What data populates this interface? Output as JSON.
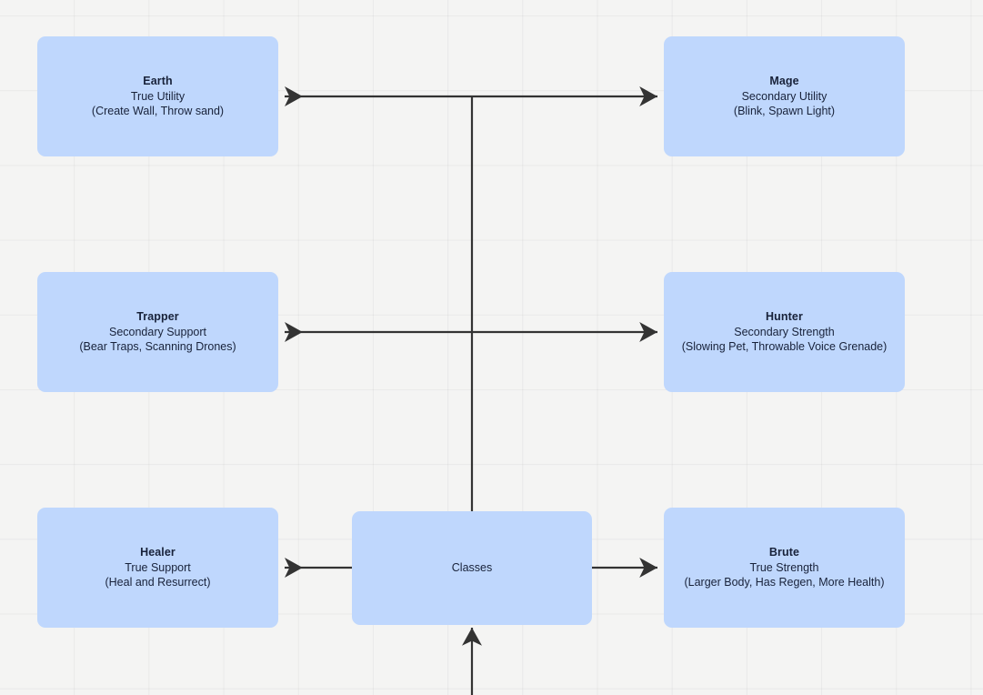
{
  "diagram": {
    "title": "Classes",
    "theme": {
      "canvas_background": "#f4f4f3",
      "node_fill": "#bfd7fd",
      "node_text": "#18223a",
      "edge_color": "#333333",
      "grid_color": "#e9e9e8"
    },
    "root": {
      "id": "classes",
      "label": "Classes"
    },
    "nodes": [
      {
        "id": "earth",
        "title": "Earth",
        "subtitle": "True Utility",
        "detail": "(Create Wall, Throw sand)",
        "column": "left",
        "row": "top"
      },
      {
        "id": "mage",
        "title": "Mage",
        "subtitle": "Secondary Utility",
        "detail": "(Blink, Spawn Light)",
        "column": "right",
        "row": "top"
      },
      {
        "id": "trapper",
        "title": "Trapper",
        "subtitle": "Secondary Support",
        "detail": "(Bear Traps, Scanning Drones)",
        "column": "left",
        "row": "middle"
      },
      {
        "id": "hunter",
        "title": "Hunter",
        "subtitle": "Secondary Strength",
        "detail": "(Slowing Pet, Throwable Voice Grenade)",
        "column": "right",
        "row": "middle"
      },
      {
        "id": "healer",
        "title": "Healer",
        "subtitle": "True Support",
        "detail": "(Heal and Resurrect)",
        "column": "left",
        "row": "bottom"
      },
      {
        "id": "brute",
        "title": "Brute",
        "subtitle": "True Strength",
        "detail": "(Larger Body, Has Regen, More Health)",
        "column": "right",
        "row": "bottom"
      }
    ],
    "edges": [
      {
        "from": "classes",
        "to": "earth",
        "direction": "left"
      },
      {
        "from": "classes",
        "to": "mage",
        "direction": "right"
      },
      {
        "from": "classes",
        "to": "trapper",
        "direction": "left"
      },
      {
        "from": "classes",
        "to": "hunter",
        "direction": "right"
      },
      {
        "from": "classes",
        "to": "healer",
        "direction": "left"
      },
      {
        "from": "classes",
        "to": "brute",
        "direction": "right"
      },
      {
        "from": "offscreen-below",
        "to": "classes",
        "direction": "up"
      }
    ]
  }
}
